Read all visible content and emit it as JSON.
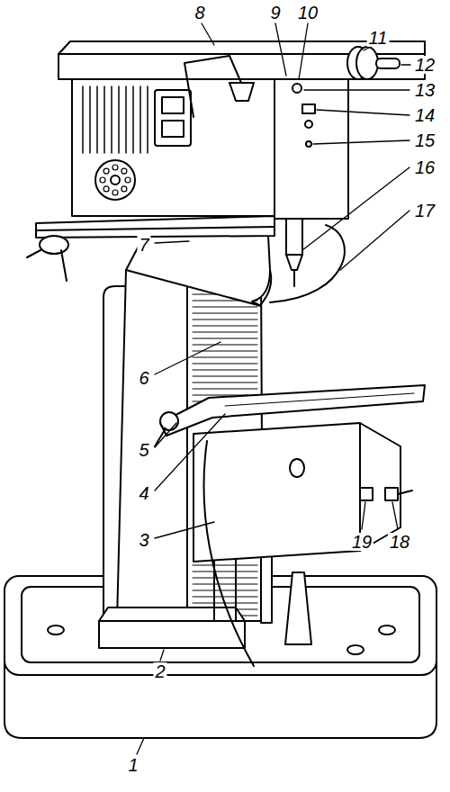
{
  "diagram": {
    "labels": [
      "8",
      "9",
      "10",
      "11",
      "12",
      "13",
      "14",
      "15",
      "16",
      "7",
      "17",
      "6",
      "5",
      "4",
      "19",
      "18",
      "3",
      "2",
      "1"
    ]
  }
}
